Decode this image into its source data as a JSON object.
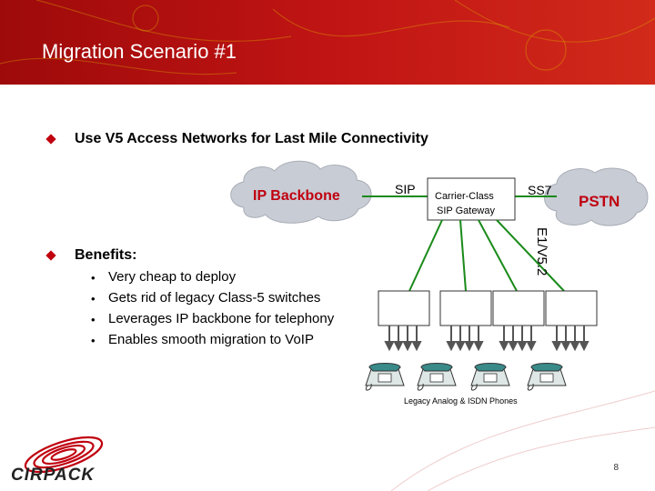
{
  "slide": {
    "title": "Migration Scenario #1",
    "page_number": "8"
  },
  "bullets": [
    {
      "text": "Use V5 Access Networks for Last Mile Connectivity"
    },
    {
      "text": "Benefits:"
    }
  ],
  "benefits": [
    "Very cheap to deploy",
    "Gets rid of legacy Class-5 switches",
    "Leverages IP backbone for telephony",
    "Enables smooth migration to VoIP"
  ],
  "diagram": {
    "ip_cloud_label": "IP Backbone",
    "pstn_cloud_label": "PSTN",
    "sip_label": "SIP",
    "ss7_label": "SS7",
    "gateway_line1": "Carrier-Class",
    "gateway_line2": "SIP Gateway",
    "e1_label": "E1/V5.2",
    "phones_caption": "Legacy Analog & ISDN Phones"
  },
  "logo": {
    "text": "CIRPACK"
  },
  "colors": {
    "title_bar": "#b80d0d",
    "accent_red": "#c0000f",
    "link_green": "#1a8a1a",
    "cloud_gray": "#c8ccd4"
  }
}
